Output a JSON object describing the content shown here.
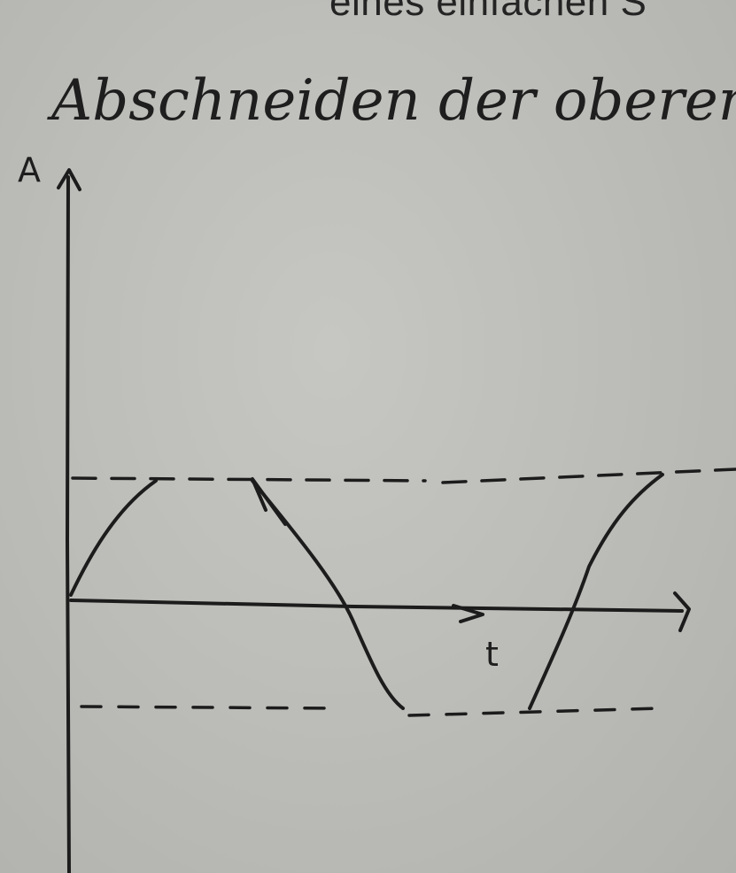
{
  "printed_text": "eines einfachen S",
  "handwritten_heading": "Abschneiden der oberen",
  "sketch": {
    "vertical_axis_label": "A",
    "horizontal_axis_label": "t"
  },
  "colors": {
    "paper": "#c0c0bc",
    "ink": "#1c1c1c"
  }
}
